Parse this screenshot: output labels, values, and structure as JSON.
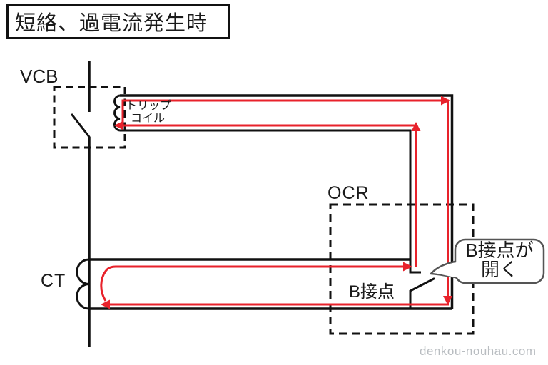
{
  "title": "短絡、過電流発生時",
  "components": {
    "vcb_label": "VCB",
    "ct_label": "CT",
    "ocr_label": "OCR",
    "trip_coil_label_line1": "トリップ",
    "trip_coil_label_line2": "コイル",
    "b_contact_label": "B接点"
  },
  "callout": {
    "line1": "B接点が",
    "line2": "開く"
  },
  "watermark": "denkou-nouhau.com",
  "colors": {
    "wire_black": "#111111",
    "current_red": "#e8222b",
    "callout_outline": "#555555",
    "watermark_gray": "#b9bdc1"
  }
}
